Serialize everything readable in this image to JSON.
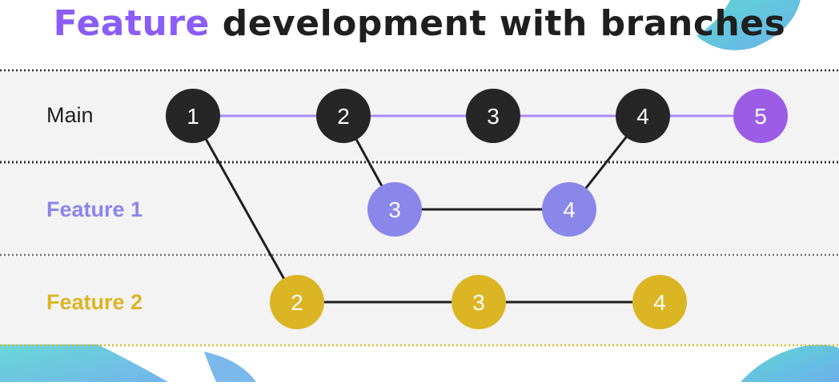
{
  "title": {
    "highlight": "Feature",
    "rest": "development with branches"
  },
  "lanes": [
    {
      "key": "main",
      "label": "Main",
      "color": "#1f1f1f"
    },
    {
      "key": "feature1",
      "label": "Feature 1",
      "color": "#8a86ea"
    },
    {
      "key": "feature2",
      "label": "Feature 2",
      "color": "#dcb524"
    }
  ],
  "commits": [
    {
      "id": "m1",
      "lane": "main",
      "label": "1",
      "fill": "#262626"
    },
    {
      "id": "m2",
      "lane": "main",
      "label": "2",
      "fill": "#262626"
    },
    {
      "id": "m3",
      "lane": "main",
      "label": "3",
      "fill": "#262626"
    },
    {
      "id": "m4",
      "lane": "main",
      "label": "4",
      "fill": "#262626"
    },
    {
      "id": "m5",
      "lane": "main",
      "label": "5",
      "fill": "#9b5de5"
    },
    {
      "id": "f1c3",
      "lane": "feature1",
      "label": "3",
      "fill": "#8a86ea"
    },
    {
      "id": "f1c4",
      "lane": "feature1",
      "label": "4",
      "fill": "#8a86ea"
    },
    {
      "id": "f2c2",
      "lane": "feature2",
      "label": "2",
      "fill": "#dcb524"
    },
    {
      "id": "f2c3",
      "lane": "feature2",
      "label": "3",
      "fill": "#dcb524"
    },
    {
      "id": "f2c4",
      "lane": "feature2",
      "label": "4",
      "fill": "#dcb524"
    }
  ],
  "edges": [
    {
      "from": "m1",
      "to": "m2",
      "color": "#a78bfa"
    },
    {
      "from": "m2",
      "to": "m3",
      "color": "#a78bfa"
    },
    {
      "from": "m3",
      "to": "m4",
      "color": "#a78bfa"
    },
    {
      "from": "m4",
      "to": "m5",
      "color": "#a78bfa"
    },
    {
      "from": "m2",
      "to": "f1c3",
      "color": "#1f1f1f"
    },
    {
      "from": "f1c3",
      "to": "f1c4",
      "color": "#1f1f1f"
    },
    {
      "from": "f1c4",
      "to": "m4",
      "color": "#1f1f1f"
    },
    {
      "from": "m1",
      "to": "f2c2",
      "color": "#1f1f1f"
    },
    {
      "from": "f2c2",
      "to": "f2c3",
      "color": "#1f1f1f"
    },
    {
      "from": "f2c3",
      "to": "f2c4",
      "color": "#1f1f1f"
    }
  ],
  "colors": {
    "band": "#f3f3f4",
    "main_divider": "#2a2a2a",
    "feature1_divider": "#6d6d6d",
    "feature2_divider": "#d9b72a",
    "decor_blue": "#5aa8e8",
    "decor_teal": "#4ed0d0"
  }
}
